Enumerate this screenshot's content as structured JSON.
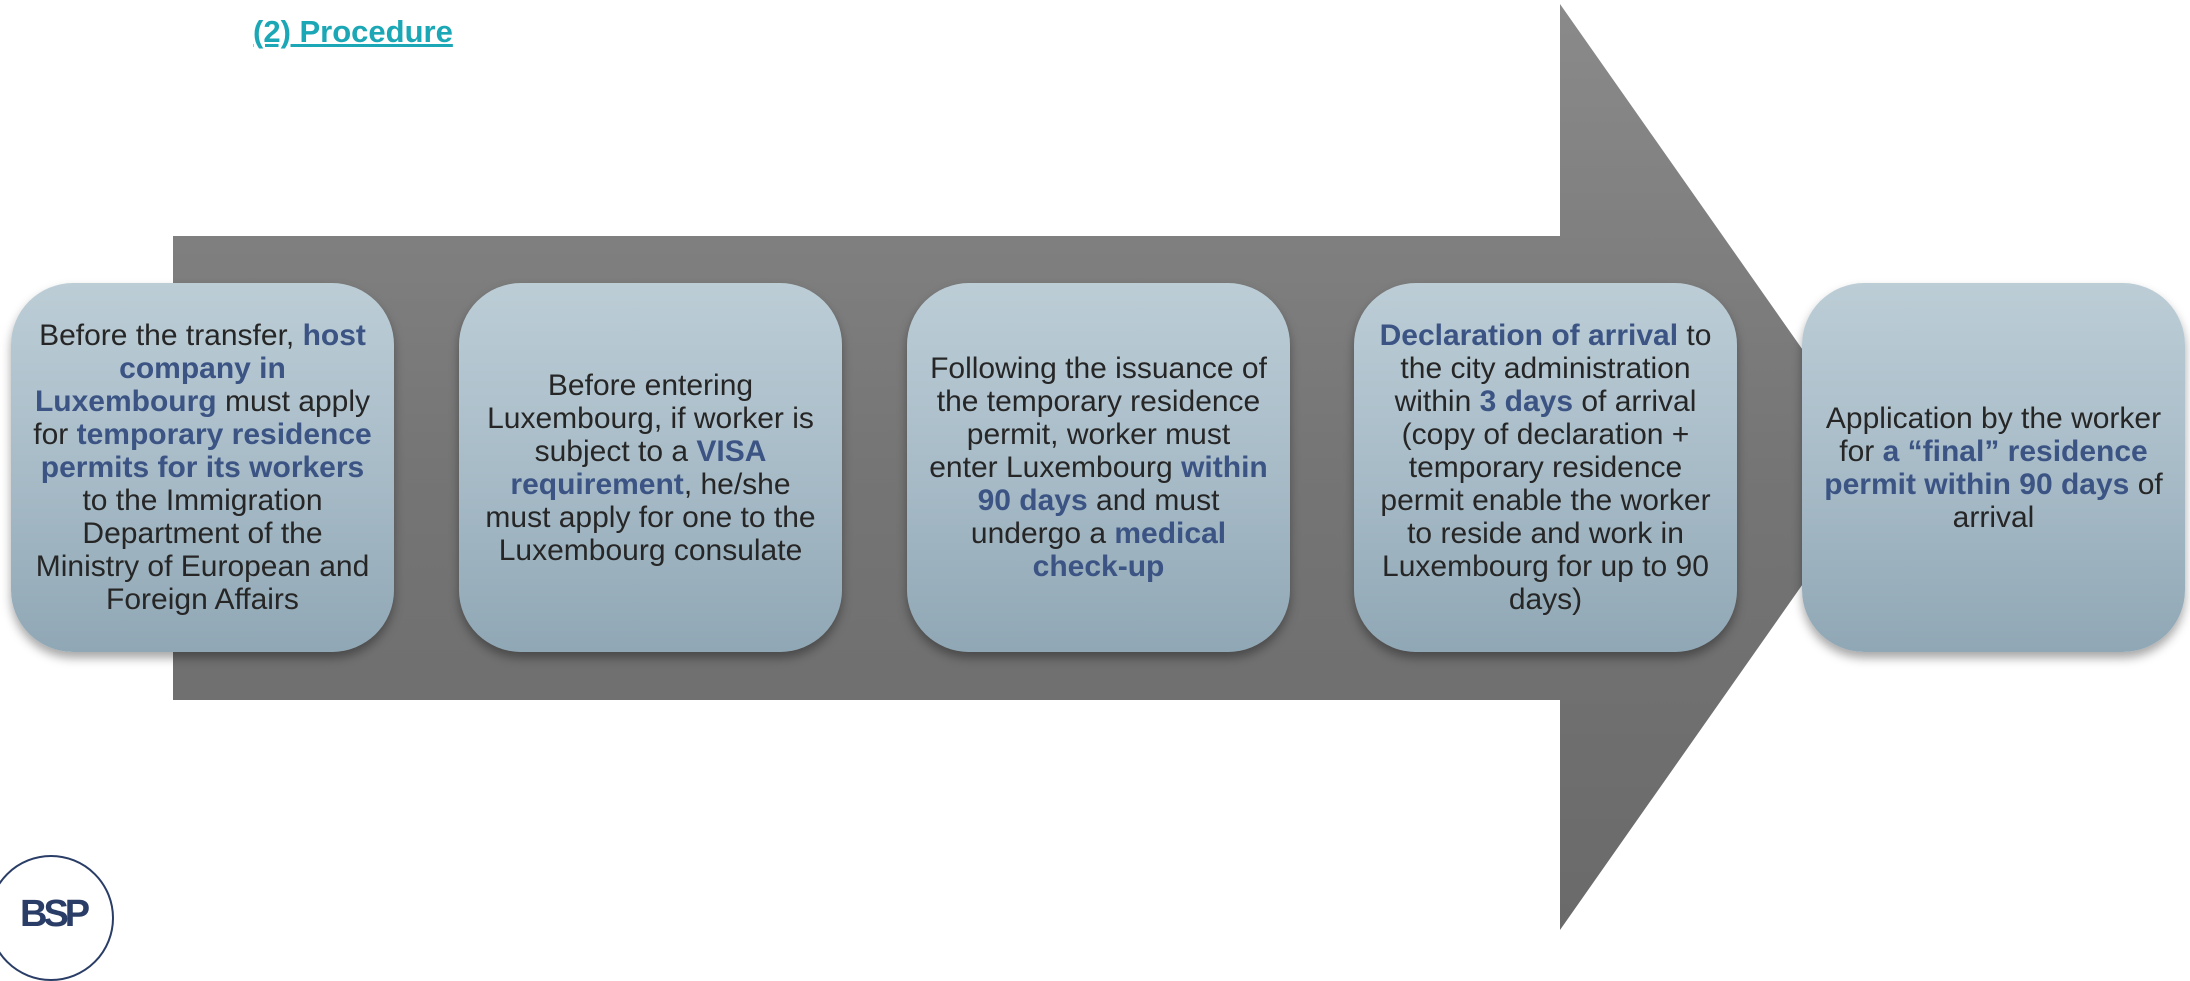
{
  "title": "(2) Procedure",
  "logo_text": "BSP",
  "colors": {
    "title": "#1ba7b5",
    "arrow": "#7a7a7a",
    "box_top": "#bccdd6",
    "box_bottom": "#90a7b5",
    "highlight": "#3b5484",
    "body_text": "#262626"
  },
  "steps": [
    {
      "segments": [
        {
          "text": "Before the transfer, ",
          "bold": false
        },
        {
          "text": "host company in Luxembourg",
          "bold": true
        },
        {
          "text": " must apply for ",
          "bold": false
        },
        {
          "text": "temporary residence permits for its workers",
          "bold": true
        },
        {
          "text": " to the Immigration Department of the Ministry of European and Foreign Affairs",
          "bold": false
        }
      ]
    },
    {
      "segments": [
        {
          "text": "Before entering Luxembourg, if worker is subject to a ",
          "bold": false
        },
        {
          "text": "VISA requirement",
          "bold": true
        },
        {
          "text": ", he/she must apply for one to the Luxembourg consulate",
          "bold": false
        }
      ]
    },
    {
      "segments": [
        {
          "text": "Following the issuance of the temporary residence permit, worker must enter Luxembourg ",
          "bold": false
        },
        {
          "text": "within 90 days",
          "bold": true
        },
        {
          "text": " and must undergo a ",
          "bold": false
        },
        {
          "text": "medical check-up",
          "bold": true
        }
      ]
    },
    {
      "segments": [
        {
          "text": "Declaration of arrival",
          "bold": true
        },
        {
          "text": " to the city administration within ",
          "bold": false
        },
        {
          "text": "3 days",
          "bold": true
        },
        {
          "text": " of arrival (copy of declaration + temporary residence permit enable the worker to reside and work in Luxembourg for up to 90 days)",
          "bold": false
        }
      ]
    },
    {
      "segments": [
        {
          "text": "Application by the worker for ",
          "bold": false
        },
        {
          "text": "a “final” residence permit within 90 days",
          "bold": true
        },
        {
          "text": " of arrival",
          "bold": false
        }
      ]
    }
  ]
}
